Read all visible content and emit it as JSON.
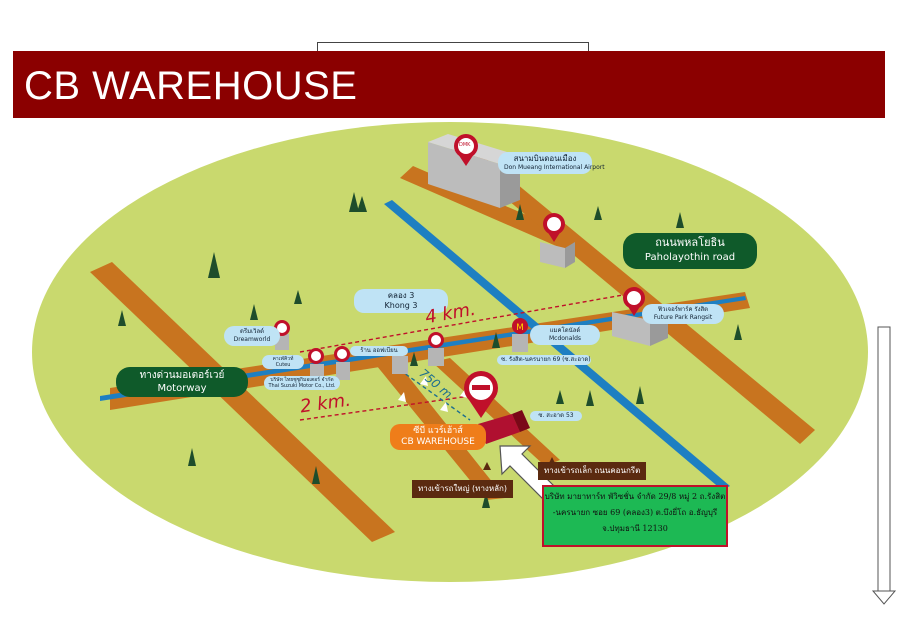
{
  "header": {
    "title": "CB WAREHOUSE"
  },
  "map": {
    "airport": {
      "th": "สนามบินดอนเมือง",
      "en": "Don Mueang International Airport",
      "pin": "DMK"
    },
    "paholayothin": {
      "th": "ถนนพหลโยธิน",
      "en": "Paholayothin road"
    },
    "khlong3": {
      "th": "คลอง 3",
      "en": "Khong 3"
    },
    "future_park": {
      "th": "ฟิวเจอร์พาร์ค รังสิต",
      "en": "Future Park Rangsit"
    },
    "mcdonalds": {
      "th": "แมคโดนัลด์",
      "en": "Mcdonalds"
    },
    "dreamworld": {
      "th": "ดรีมเวิลด์",
      "en": "Dreamworld"
    },
    "cuteu": {
      "th": "คาเฟ่คิวท์",
      "en": "Cuteu"
    },
    "suzuki": {
      "th": "บริษัท ไทยซูซูกิมอเตอร์ จำกัด",
      "en": "Thai Suzuki Motor Co., Ltd."
    },
    "shop": {
      "th": "ร้าน ออฟเบียน"
    },
    "soi69": {
      "th": "ซ. รังสิต-นครนายก 69 (ซ.สะอาด)"
    },
    "soi53": {
      "th": "ซ. สะอาด 53"
    },
    "motorway": {
      "th": "ทางด่วนมอเตอร์เวย์",
      "en": "Motorway"
    },
    "dist_4km": "4 km.",
    "dist_2km": "2 km.",
    "dist_750m": "750 m.",
    "warehouse": {
      "th": "ซีบี แวร์เฮ้าส์",
      "en": "CB WAREHOUSE"
    },
    "small_entrance": "ทางเข้ารถเล็ก ถนนคอนกรีต",
    "large_entrance": "ทางเข้ารถใหญ่ (ทางหลัก)",
    "address": {
      "line1": "บริษัท มายาทาร์ท พัวิซชั่น จำกัด 29/8 หมู่ 2 ถ.รังสิต",
      "line2": "-นครนายก ซอย 69 (คลอง3) ต.บึงยี่โถ อ.ธัญบุรี",
      "line3": "จ.ปทุมธานี 12130"
    }
  },
  "colors": {
    "banner": "#8b0000",
    "ground": "#c9d96e",
    "road": "#c8741f",
    "canal": "#1d7fc2",
    "address_bg": "#1db954"
  }
}
